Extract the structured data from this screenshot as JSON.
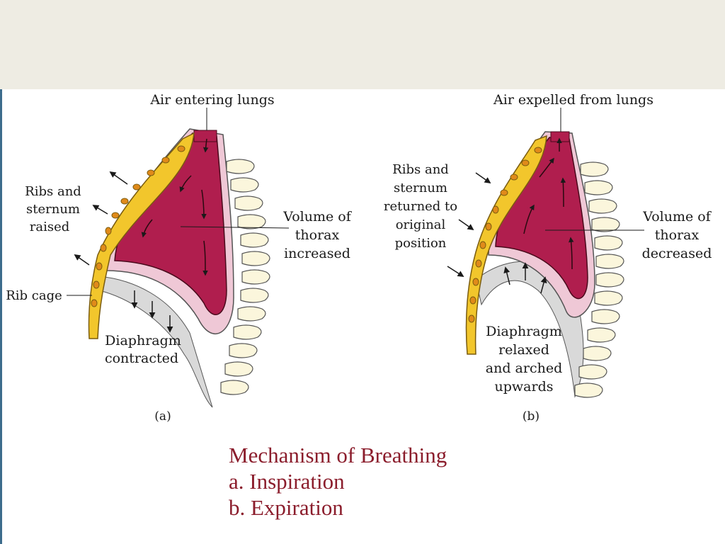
{
  "colors": {
    "band": "#eeece3",
    "rule": "#3d6c8c",
    "lung": "#b01e4e",
    "pleura": "#efc8d6",
    "ribs": "#f2c62c",
    "vertebra": "#fbf6dc",
    "caption": "#8b1d2c"
  },
  "panel_a": {
    "top_label": "Air entering lungs",
    "ribs_label": [
      "Ribs and",
      "sternum",
      "raised"
    ],
    "rib_cage_label": "Rib cage",
    "volume_label": [
      "Volume of",
      "thorax",
      "increased"
    ],
    "diaphragm_label": [
      "Diaphragm",
      "contracted"
    ],
    "panel_tag": "(a)"
  },
  "panel_b": {
    "top_label": "Air expelled from lungs",
    "ribs_label": [
      "Ribs and",
      "sternum",
      "returned to",
      "original",
      "position"
    ],
    "volume_label": [
      "Volume of",
      "thorax",
      "decreased"
    ],
    "diaphragm_label": [
      "Diaphragm",
      "relaxed",
      "and arched",
      "upwards"
    ],
    "panel_tag": "(b)"
  },
  "caption": {
    "title": "Mechanism of Breathing",
    "line_a": "a. Inspiration",
    "line_b": "b. Expiration"
  }
}
